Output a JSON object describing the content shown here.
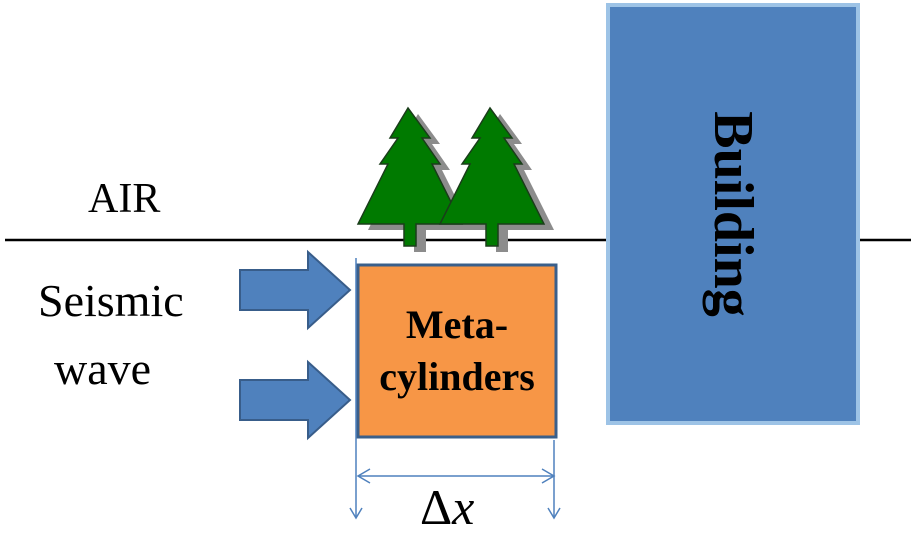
{
  "labels": {
    "air": "AIR",
    "seismic": "Seismic",
    "wave": "wave",
    "meta_line1": "Meta-",
    "meta_line2": "cylinders",
    "building": "Building",
    "delta": "Δ",
    "delta_var": "x"
  },
  "colors": {
    "arrow_fill": "#4f81bd",
    "arrow_stroke": "#385d8a",
    "box_fill": "#f79646",
    "box_stroke": "#3a5f8a",
    "building_fill": "#4f81bd",
    "building_stroke": "#9dc3e6",
    "tree_fill": "#007a00",
    "tree_shadow": "#8c8c8c",
    "dimension_line": "#4f81bd"
  },
  "icons": [
    "tree-icon",
    "arrow-right-icon"
  ]
}
